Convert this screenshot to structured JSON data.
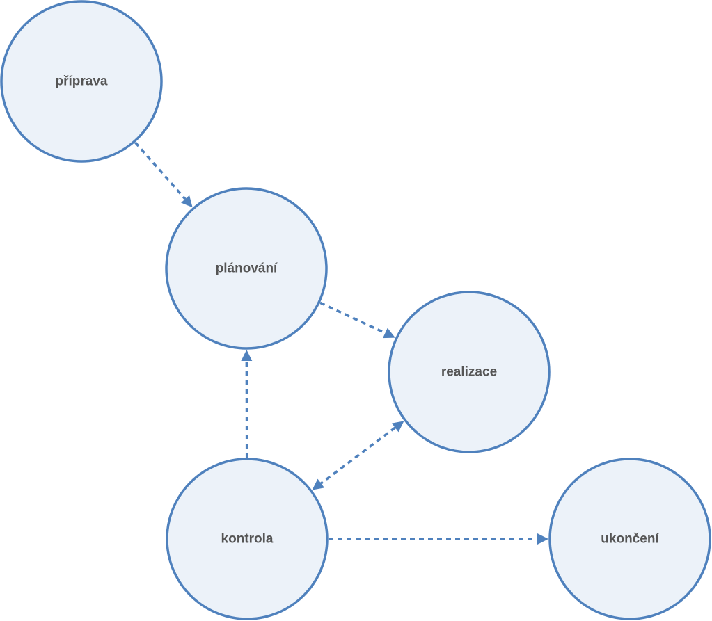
{
  "diagram": {
    "nodes": [
      {
        "id": "priprava",
        "label": "příprava"
      },
      {
        "id": "planovani",
        "label": "plánování"
      },
      {
        "id": "realizace",
        "label": "realizace"
      },
      {
        "id": "kontrola",
        "label": "kontrola"
      },
      {
        "id": "ukonceni",
        "label": "ukončení"
      }
    ],
    "edges": [
      {
        "from": "priprava",
        "to": "planovani",
        "direction": "forward"
      },
      {
        "from": "planovani",
        "to": "realizace",
        "direction": "forward"
      },
      {
        "from": "kontrola",
        "to": "planovani",
        "direction": "forward"
      },
      {
        "from": "realizace",
        "to": "kontrola",
        "direction": "both"
      },
      {
        "from": "kontrola",
        "to": "ukonceni",
        "direction": "forward"
      }
    ],
    "colors": {
      "node_fill": "#ecf2f9",
      "node_stroke": "#4f81bd",
      "edge": "#4f81bd",
      "label": "#555555"
    }
  }
}
